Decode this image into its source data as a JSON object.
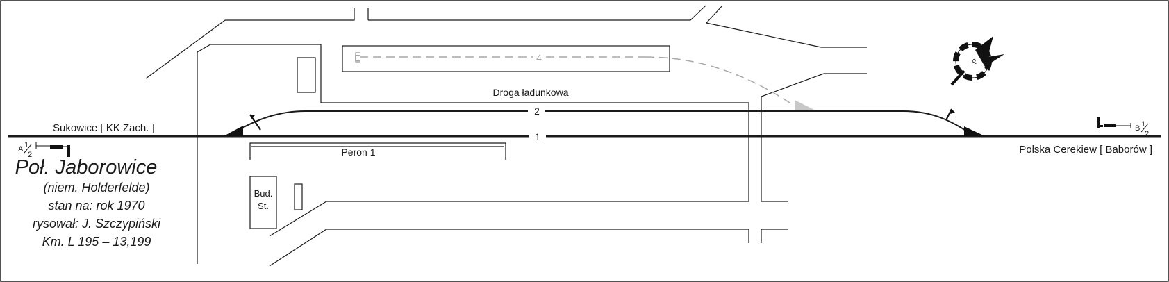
{
  "diagram": {
    "station_name": "Poł. Jaborowice",
    "info_lines": [
      "(niem. Holderfelde)",
      "stan na: rok 1970",
      "rysował: J. Szczypiński",
      "Km. L 195 – 13,199"
    ],
    "direction_left": "Sukowice [ KK Zach. ]",
    "direction_right": "Polska Cerekiew [ Baborów ]",
    "road_label": "Droga ładunkowa",
    "platform_label": "Peron 1",
    "building_label_line1": "Bud.",
    "building_label_line2": "St.",
    "signal_left": {
      "letter": "A",
      "frac_num": "1",
      "frac_den": "2"
    },
    "signal_right": {
      "letter": "B",
      "frac_num": "1",
      "frac_den": "2"
    },
    "track_1": "1",
    "track_2": "2",
    "track_4": "4",
    "stop_block_letter": "E",
    "compass_letter": "P"
  },
  "colors": {
    "line": "#1a1a1a",
    "dismantled_track": "#a8a8a8",
    "background": "#ffffff"
  }
}
